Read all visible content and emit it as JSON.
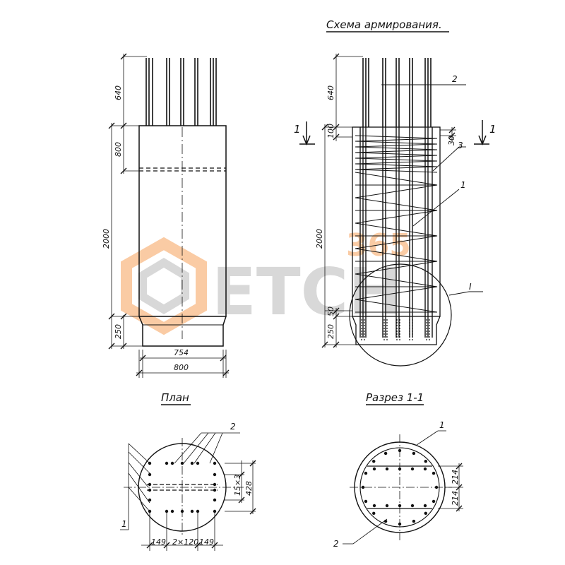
{
  "titles": {
    "scheme": "Схема армирования.",
    "plan": "План",
    "section": "Разрез 1-1"
  },
  "elevation": {
    "dims": {
      "protrusion": "640",
      "top": "800",
      "total": "2000",
      "bottom": "250",
      "inner_width": "754",
      "width": "800"
    }
  },
  "reinforcement": {
    "dims": {
      "protrusion": "640",
      "top_offset": "100",
      "total": "2000",
      "bottom_a": "50",
      "bottom_b": "250",
      "cover": "30"
    },
    "marks": {
      "m1": "1",
      "m2": "2",
      "m3": "3",
      "detail": "I",
      "cut_left": "1",
      "cut_right": "1"
    }
  },
  "plan": {
    "dims": {
      "a": "149",
      "b": "2×120",
      "c": "149",
      "v1": "15×3",
      "v2": "428"
    },
    "marks": {
      "m2": "2",
      "m1": "1"
    }
  },
  "section": {
    "dims": {
      "v1": "214",
      "v2": "214"
    },
    "marks": {
      "m1": "1",
      "m2": "2"
    }
  },
  "watermark": {
    "text": "ETCH",
    "tag": "365",
    "colors": {
      "orange": "#f7a25a",
      "gray": "#b9b9b9"
    }
  },
  "colors": {
    "ink": "#111111"
  }
}
